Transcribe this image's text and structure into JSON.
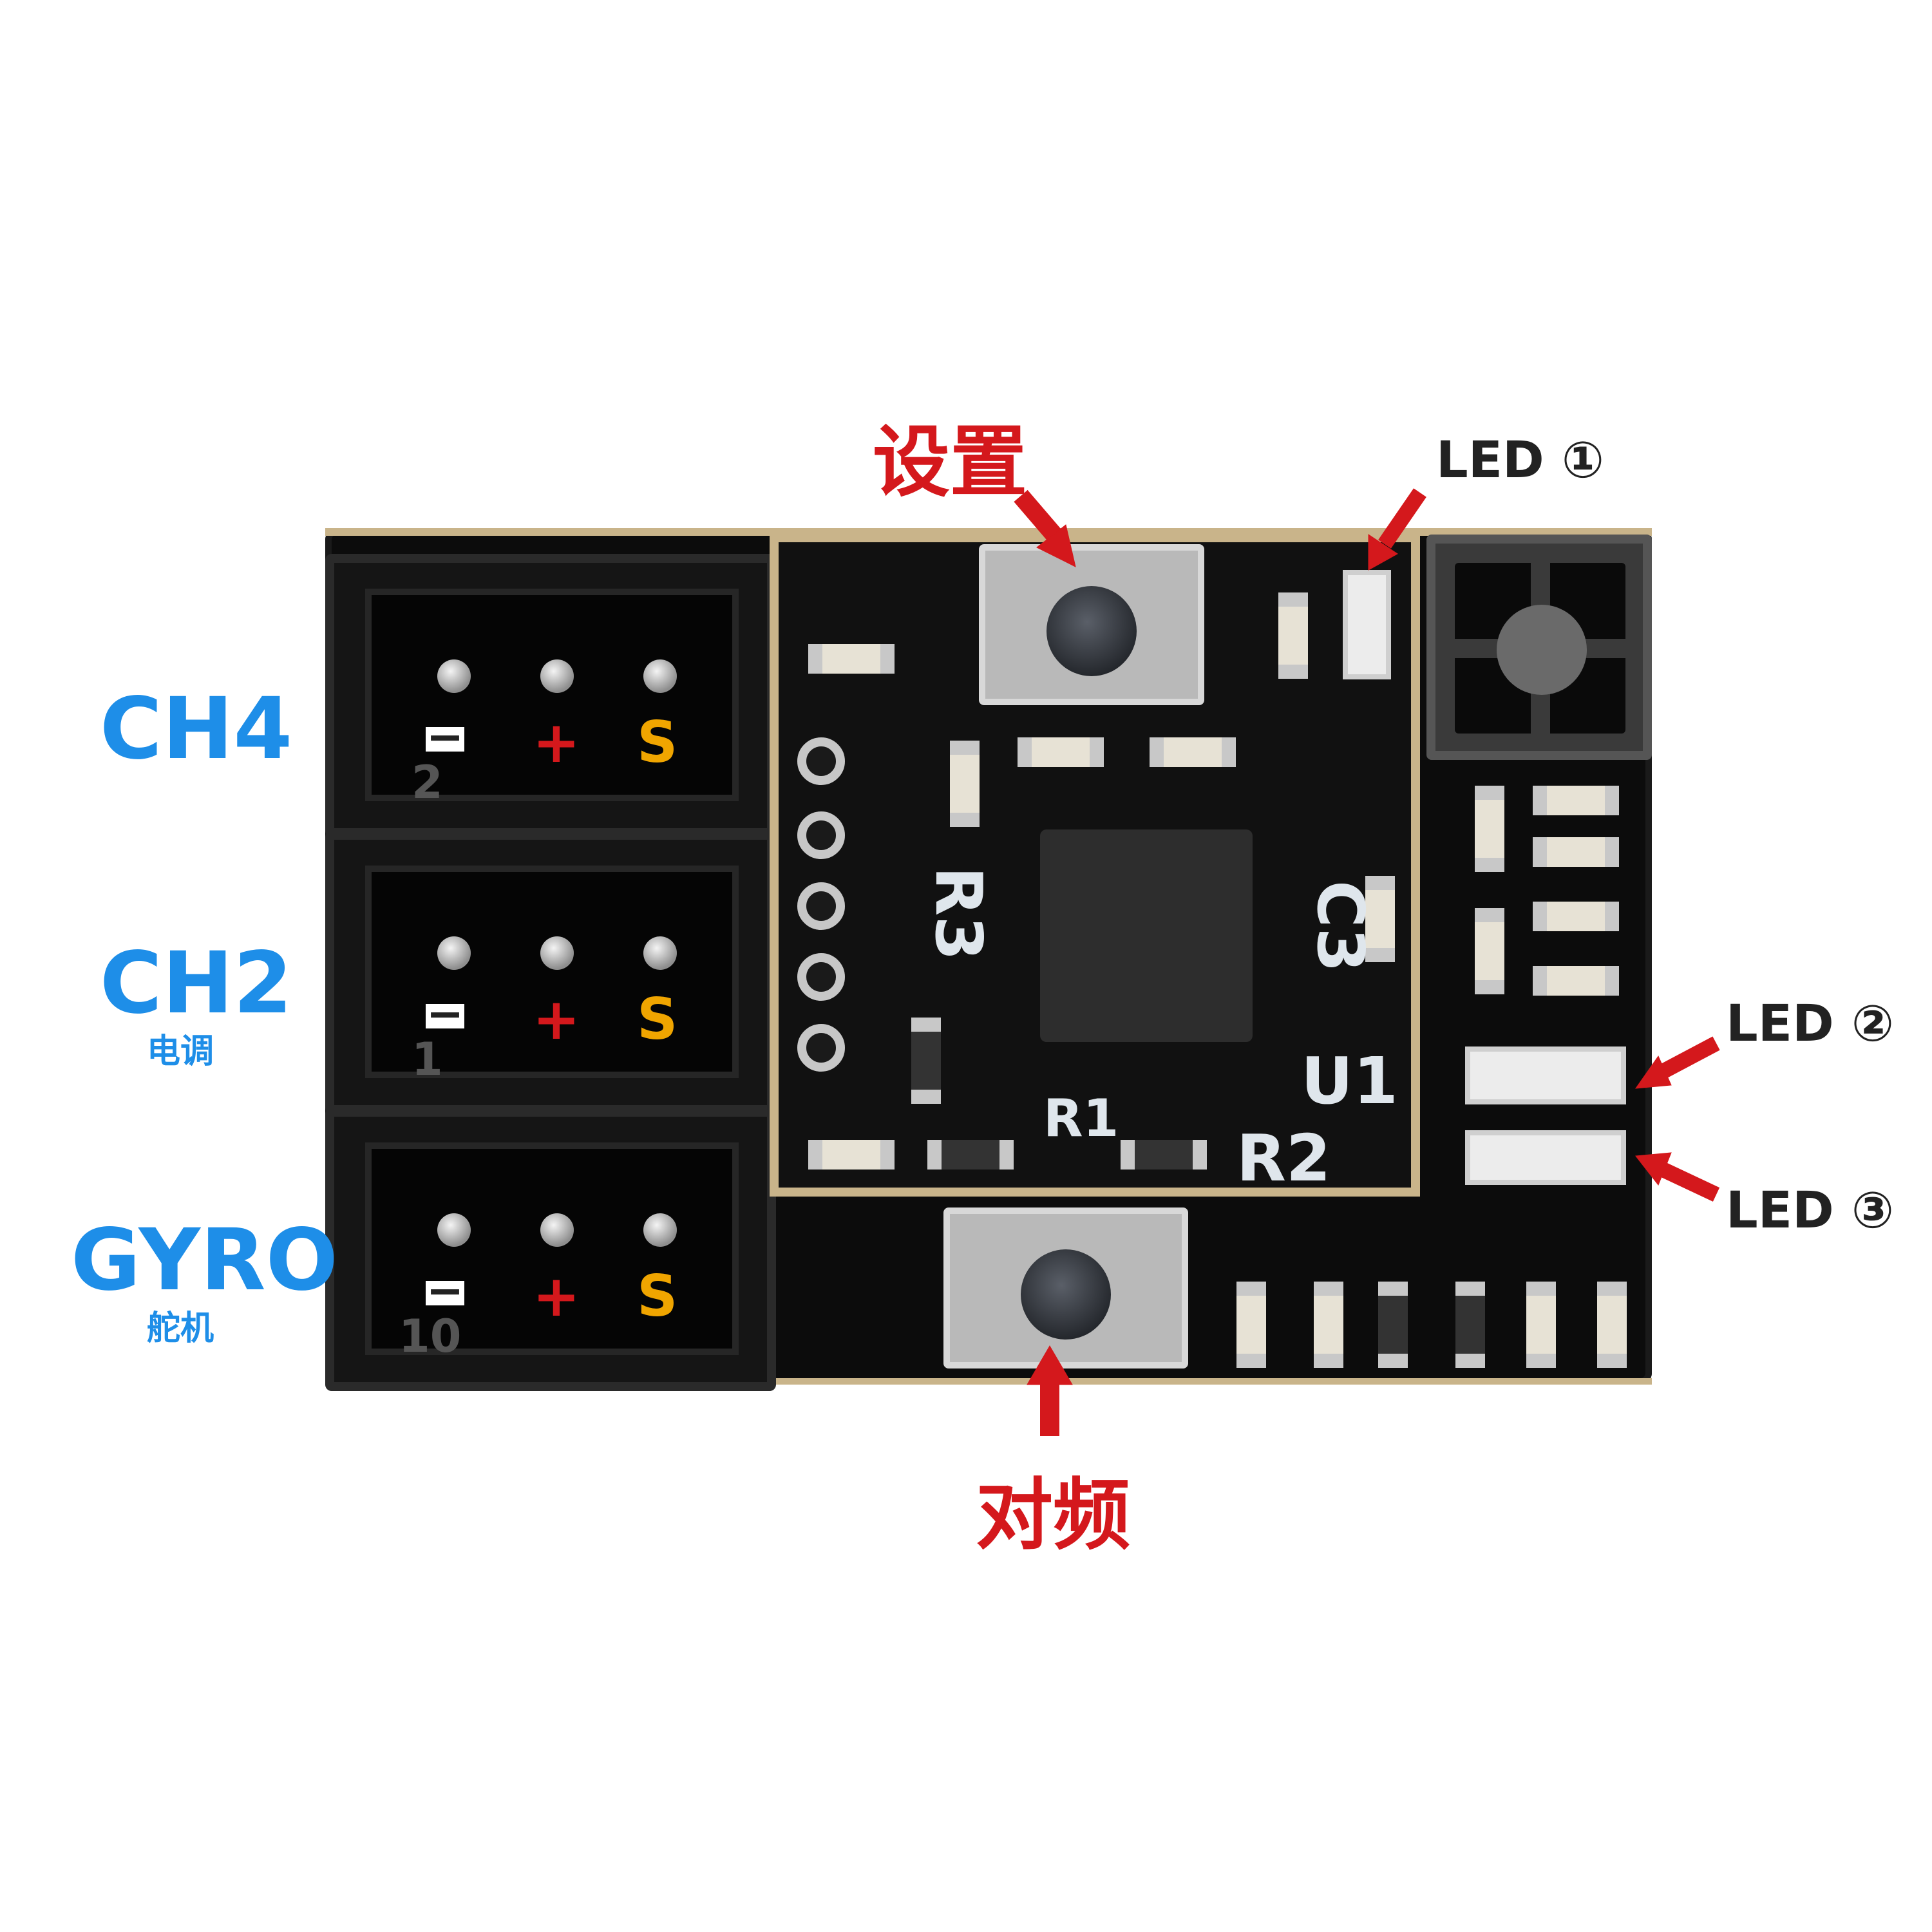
{
  "labels": {
    "setup": "设置",
    "bind": "对频",
    "led1": "LED ①",
    "led2": "LED ②",
    "led3": "LED ③",
    "ch4": "CH4",
    "ch2": "CH2",
    "ch2_sub": "电调",
    "gyro": "GYRO",
    "gyro_sub": "舵机"
  },
  "polarity": {
    "minus": "−",
    "plus": "+",
    "signal": "S"
  },
  "silkscreen": {
    "r3": "R3",
    "u1": "U1",
    "r2": "R2",
    "c3": "C3",
    "r1": "R1",
    "port2": "2",
    "port1": "1",
    "port10": "10"
  },
  "colors": {
    "label_blue": "#1e8ee8",
    "label_red": "#d4181c",
    "minus": "#222222",
    "plus": "#d4181c",
    "signal": "#f0a500"
  }
}
